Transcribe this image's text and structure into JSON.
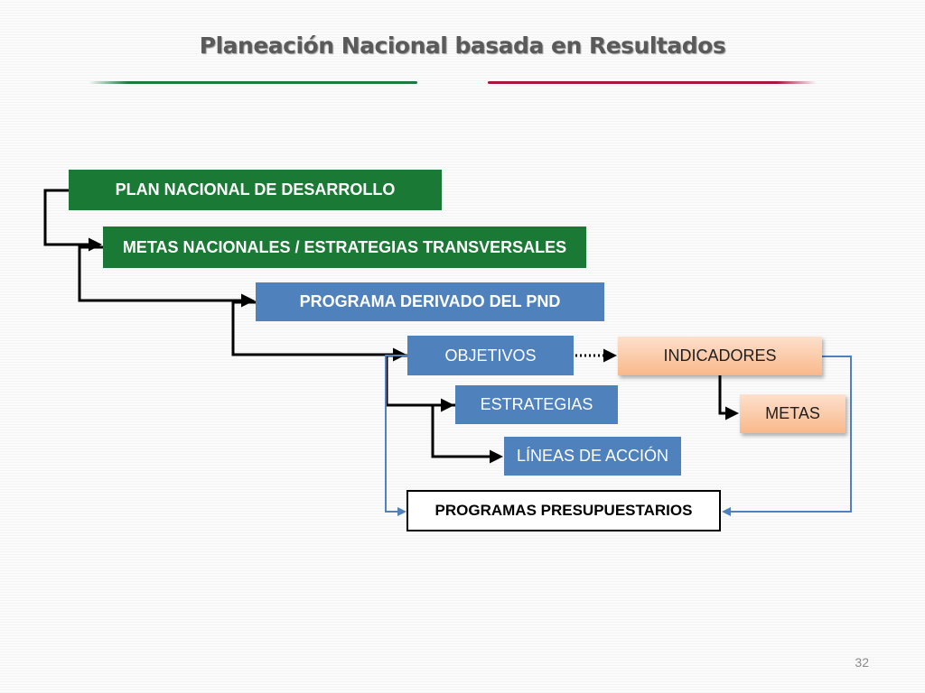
{
  "slide": {
    "title": "Planeación Nacional basada en Resultados",
    "page_number": "32"
  },
  "diagram": {
    "boxes": {
      "plan_nacional": "PLAN NACIONAL DE DESARROLLO",
      "metas_nacionales": "METAS NACIONALES / ESTRATEGIAS TRANSVERSALES",
      "programa_derivado": "PROGRAMA DERIVADO DEL PND",
      "objetivos": "OBJETIVOS",
      "estrategias": "ESTRATEGIAS",
      "lineas_accion": "LÍNEAS DE ACCIÓN",
      "programas_presupuestarios": "PROGRAMAS PRESUPUESTARIOS",
      "indicadores": "INDICADORES",
      "metas": "METAS"
    },
    "colors": {
      "green": "#1a7a35",
      "blue": "#4f81bd",
      "peach": "#f9b88b",
      "accent_green": "#1c7a3c",
      "accent_red": "#a8163c"
    }
  }
}
